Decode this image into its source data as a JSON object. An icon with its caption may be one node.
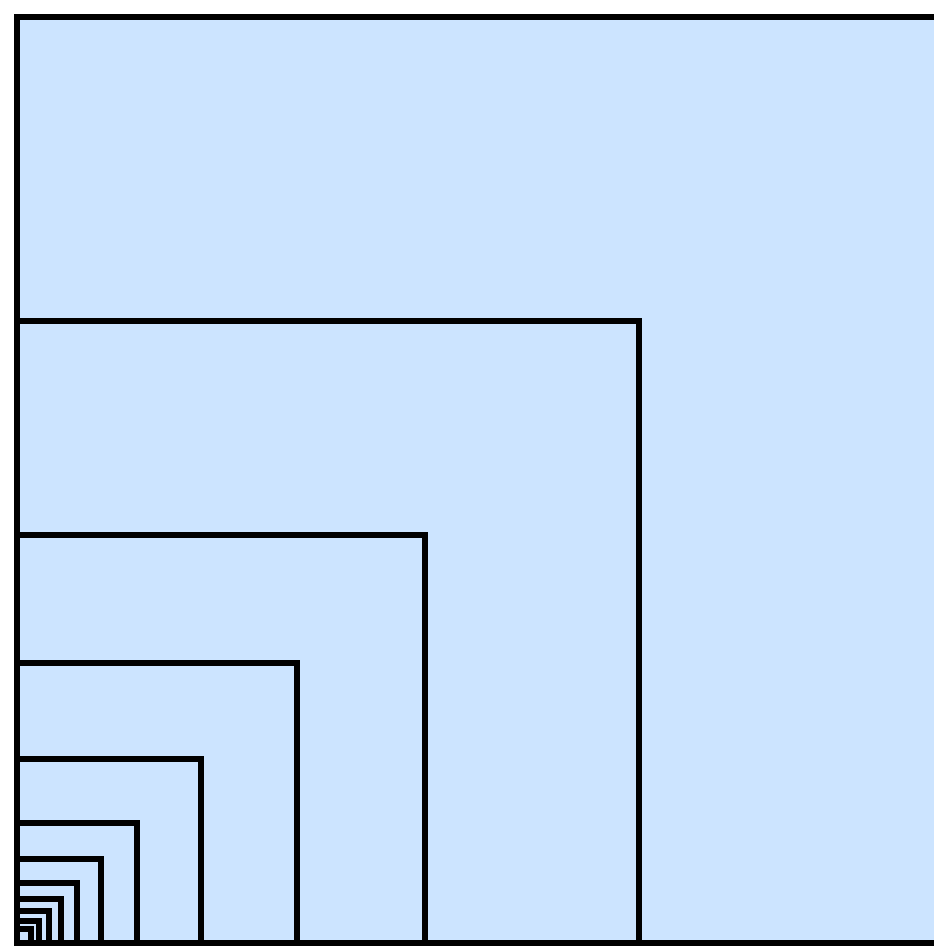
{
  "diagram": {
    "nodes": [
      {
        "text": [],
        "shape": "box"
      },
      {
        "text": [],
        "shape": "box",
        "in": 0
      },
      {
        "text": [],
        "shape": "box",
        "in": 1
      },
      {
        "text": [],
        "shape": "box",
        "in": 2
      },
      {
        "text": [],
        "shape": "box",
        "in": 3
      },
      {
        "text": [],
        "shape": "box",
        "in": 4
      },
      {
        "text": [],
        "shape": "box",
        "in": 5
      },
      {
        "text": [],
        "shape": "box",
        "in": 6
      },
      {
        "text": [],
        "shape": "box",
        "in": 7
      },
      {
        "text": [],
        "shape": "box",
        "in": 8
      },
      {
        "text": [],
        "shape": "box",
        "in": 9
      },
      {
        "text": [],
        "shape": "box",
        "in": 10
      }
    ]
  }
}
